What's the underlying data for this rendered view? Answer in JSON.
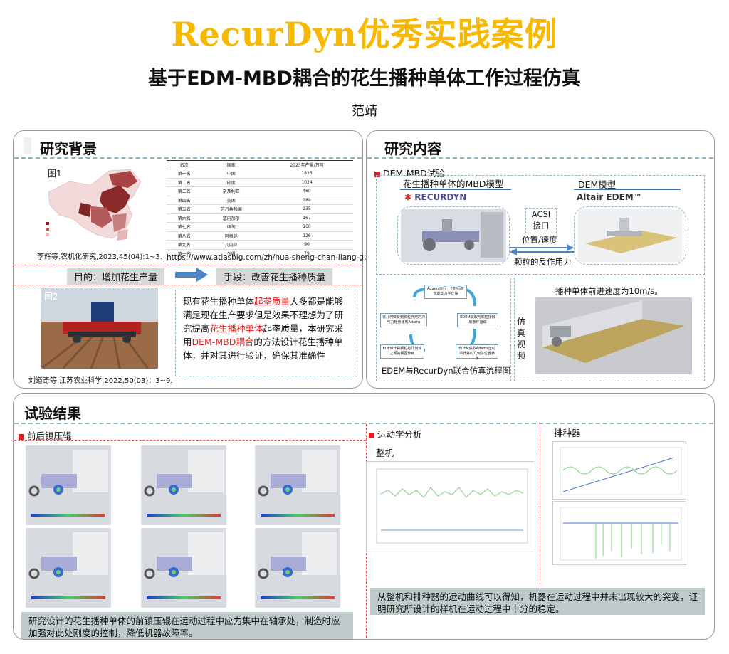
{
  "header": {
    "title": "RecurDyn优秀实践案例",
    "subtitle": "基于EDM-MBD耦合的花生播种单体工作过程仿真",
    "author": "范靖"
  },
  "background": {
    "section_title": "研究背景",
    "fig1_label": "图1",
    "fig1_caption": "李辉等.农机化研究,2023,45(04):1~3.",
    "table": {
      "headers": [
        "名次",
        "国家",
        "2023年产量/万吨"
      ],
      "rows": [
        [
          "第一名",
          "中国",
          "1835"
        ],
        [
          "第二名",
          "印度",
          "1024"
        ],
        [
          "第三名",
          "奈及利亚",
          "460"
        ],
        [
          "第四名",
          "美国",
          "289"
        ],
        [
          "第五名",
          "苏丹共和国",
          "235"
        ],
        [
          "第六名",
          "塞内加尔",
          "167"
        ],
        [
          "第七名",
          "缅甸",
          "160"
        ],
        [
          "第八名",
          "阿根廷",
          "126"
        ],
        [
          "第九名",
          "几内亚",
          "90"
        ],
        [
          "第十名",
          "乍得",
          "79"
        ]
      ]
    },
    "url": "https://www.atlasbig.com/zh/hua-sheng-chan-liang-guo-jia",
    "goal": "目的：增加花生产量",
    "means": "手段：改善花生播种质量",
    "fig2_label": "图2",
    "fig2_caption": "刘道奇等.江苏农业科学,2022,50(03)：3~9.",
    "text_parts": [
      "现有花生播种单体",
      "起垄质量",
      "大多都是能够满足现在生产要求但是效果不理想为了研究提高",
      "花生播种单体",
      "起垄质量，本研究采用",
      "DEM-MBD耦合",
      "的方法设计花生播种单体，并对其进行验证，确保其准确性"
    ]
  },
  "content": {
    "section_title": "研究内容",
    "sub_title": "DEM-MBD试验",
    "mbd_label": "花生播种单体的MBD模型",
    "recurdyn_logo": "RECURDYN",
    "dem_label": "DEM模型",
    "altair_logo": "Altair EDEM™",
    "acsi": "ACSI\n接口",
    "pos_speed": "位置/速度",
    "reaction": "颗粒的反作用力",
    "flow_nodes": [
      "Adams运行一个时间步长的动力学计算",
      "EDEM获取与颗粒接触的部件运动",
      "EDEM获取Adams运动学计算的几何体位置参数",
      "EDEM计算颗粒与几何体之间的相互作用",
      "将几何体受到颗粒作用的力与力矩传递到Adams"
    ],
    "flow_caption": "EDEM与RecurDyn联合仿真流程图",
    "sim_video": "仿\n真\n视\n频",
    "speed_note": "播种单体前进速度为10m/s。"
  },
  "results": {
    "section_title": "试验结果",
    "roller_title": "前后镇压辊",
    "kinematics_title": "运动学分析",
    "whole_machine": "整机",
    "seeder": "排种器",
    "kin_conclusion": "从整机和排种器的运动曲线可以得知，机器在运动过程中并未出现较大的突变，证明研究所设计的样机在运动过程中十分的稳定。",
    "roller_conclusion": "研究设计的花生播种单体的前镇压辊在运动过程中应力集中在轴承处，制造时应加强对此处刚度的控制，降低机器故障率。"
  },
  "colors": {
    "title": "#f7b800",
    "accent_red": "#e02020",
    "dash": "#8fb1bd",
    "arrow": "#4a86c5"
  }
}
